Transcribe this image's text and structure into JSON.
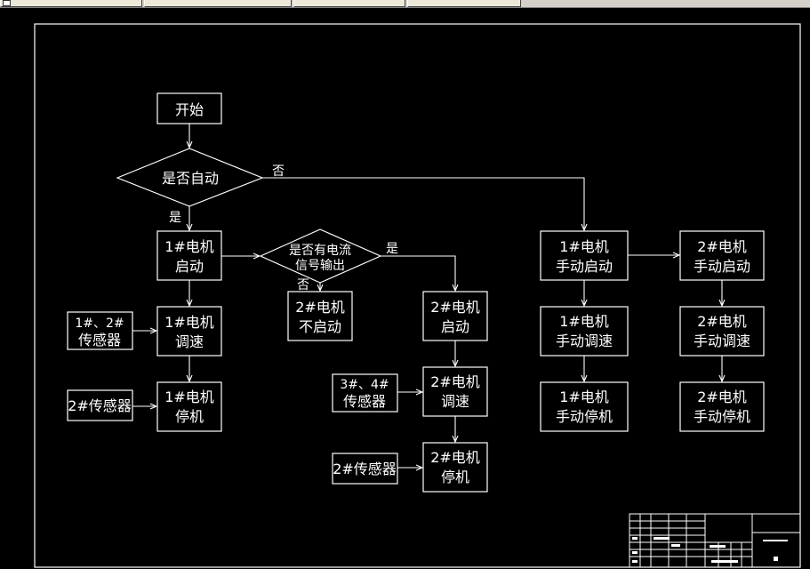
{
  "tabs": [
    {
      "label": ""
    },
    {
      "label": ""
    },
    {
      "label": ""
    },
    {
      "label": ""
    }
  ],
  "flowchart": {
    "start": "开始",
    "decision_auto": "是否自动",
    "label_yes_auto": "是",
    "label_no_auto": "否",
    "m1_start": [
      "1#电机",
      "启动"
    ],
    "m1_speed": [
      "1#电机",
      "调速"
    ],
    "m1_stop": [
      "1#电机",
      "停机"
    ],
    "sensor_12": [
      "1#、2#",
      "传感器"
    ],
    "sensor_2a": "2#传感器",
    "decision_current": [
      "是否有电流",
      "信号输出"
    ],
    "label_yes_current": "是",
    "label_no_current": "否",
    "m2_nostart": [
      "2#电机",
      "不启动"
    ],
    "m2_start": [
      "2#电机",
      "启动"
    ],
    "m2_speed": [
      "2#电机",
      "调速"
    ],
    "m2_stop": [
      "2#电机",
      "停机"
    ],
    "sensor_34": [
      "3#、4#",
      "传感器"
    ],
    "sensor_2b": "2#传感器",
    "m1_manual_start": [
      "1#电机",
      "手动启动"
    ],
    "m1_manual_speed": [
      "1#电机",
      "手动调速"
    ],
    "m1_manual_stop": [
      "1#电机",
      "手动停机"
    ],
    "m2_manual_start": [
      "2#电机",
      "手动启动"
    ],
    "m2_manual_speed": [
      "2#电机",
      "手动调速"
    ],
    "m2_manual_stop": [
      "2#电机",
      "手动停机"
    ]
  },
  "colors": {
    "background": "#000000",
    "stroke": "#ffffff",
    "toolbar": "#d4d0c8"
  }
}
